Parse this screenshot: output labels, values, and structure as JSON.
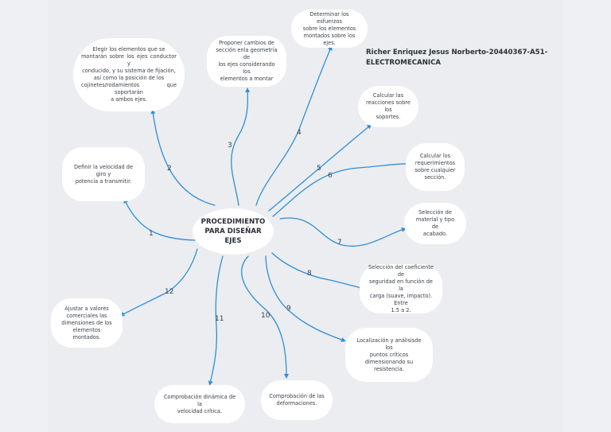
{
  "author": {
    "line1": "Richer Enriquez Jesus Norberto-20440367-A51-",
    "line2": "ELECTROMECANICA"
  },
  "center": {
    "line1": "PROCEDIMIENTO",
    "line2": "PARA DISEÑAR EJES"
  },
  "nodes": {
    "n1": {
      "number": "1",
      "lines": [
        "Definir la velocidad de giro y",
        "potencia a transmitir."
      ]
    },
    "n2": {
      "number": "2",
      "lines": [
        "Elegir los elementos que se",
        "montarán sobre los ejes conductor y",
        "conducido, y su sistema de fijación,",
        "así como la posición de los",
        "cojinetes/rodamientos que soportarán",
        "a ambos ejes."
      ]
    },
    "n3": {
      "number": "3",
      "lines": [
        "Proponer cambios de",
        "sección enla geometría de",
        "los ejes considerando los",
        "elementos a montar"
      ]
    },
    "n4": {
      "number": "4",
      "lines": [
        "Determinar los esfuerzos",
        "sobre los elementos",
        "montados sobre los ejes."
      ]
    },
    "n5": {
      "number": "5",
      "lines": [
        "Calcular las",
        "reacciones sobre los",
        "soportes."
      ]
    },
    "n6": {
      "number": "6",
      "lines": [
        "Calcular los",
        "requerimientos",
        "sobre cualquier",
        "sección."
      ]
    },
    "n7": {
      "number": "7",
      "lines": [
        "Selección de",
        "material y tipo de",
        "acabado."
      ]
    },
    "n8": {
      "number": "8",
      "lines": [
        "Selección del coeficiente de",
        "seguridad en función de la",
        "carga (suave, impacto). Entre",
        "1.5 a 2."
      ]
    },
    "n9": {
      "number": "9",
      "lines": [
        "Localización y análisisde los",
        "puntos críticos",
        "dimensionando su",
        "resistencia."
      ]
    },
    "n10": {
      "number": "10",
      "lines": [
        "Comprobación de las",
        "deformaciones."
      ]
    },
    "n11": {
      "number": "11",
      "lines": [
        "Comprobación dinámica de la",
        "velocidad crítica."
      ]
    },
    "n12": {
      "number": "12",
      "lines": [
        "Ajustar a valores",
        "comerciales las",
        "dimensiones de los",
        "elementos montados."
      ]
    }
  },
  "colors": {
    "edge": "#2f8fd8",
    "node_fill": "#ffffff",
    "background": "#ebedf0"
  }
}
